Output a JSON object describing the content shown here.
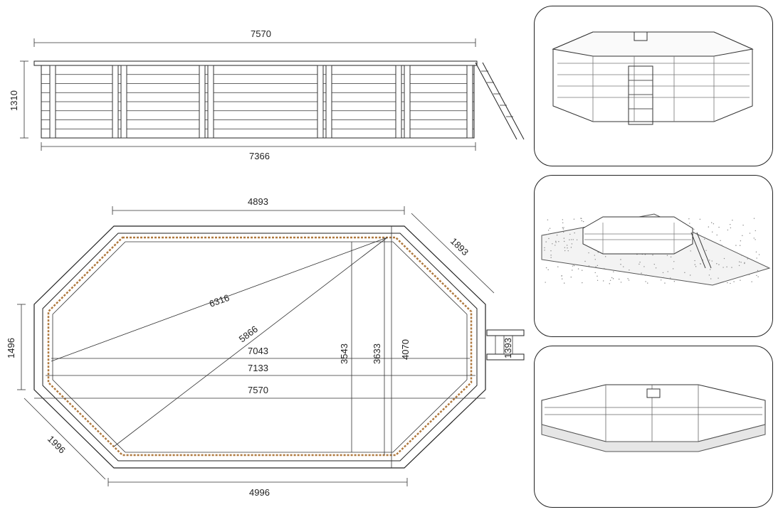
{
  "side_view": {
    "overall_length_top": "7570",
    "overall_length_bottom": "7366",
    "height": "1310"
  },
  "plan_view": {
    "top_straight": "4893",
    "diagonal_side": "1893",
    "left_side": "1496",
    "bottom_left_diagonal": "1996",
    "bottom_straight": "4996",
    "ladder_width": "1393",
    "diag_long": "6316",
    "diag_short": "5866",
    "inner_length_1": "7043",
    "inner_length_2": "7133",
    "outer_length": "7570",
    "width_inner_1": "3543",
    "width_inner_2": "3633",
    "width_outer": "4070"
  },
  "panels": [
    {
      "name": "front-perspective-view",
      "icon": "pool-front-icon"
    },
    {
      "name": "terrain-perspective-view",
      "icon": "pool-terrain-icon"
    },
    {
      "name": "closeup-perspective-view",
      "icon": "pool-closeup-icon"
    }
  ]
}
